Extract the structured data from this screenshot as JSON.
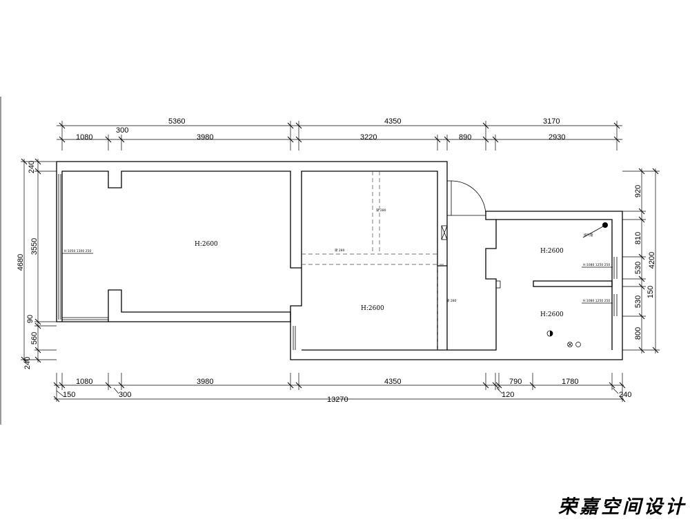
{
  "rooms": [
    {
      "label": "H:2600"
    },
    {
      "label": "H:2600"
    },
    {
      "label": "H:2600"
    },
    {
      "label": "H:2600"
    }
  ],
  "top_outer_dims": [
    "5360",
    "4350",
    "3170"
  ],
  "top_inner_dims": [
    "1080",
    "300",
    "3980",
    "3220",
    "890",
    "2930"
  ],
  "bottom_dims": [
    "1080",
    "3980",
    "4350",
    "790",
    "1780"
  ],
  "bottom_small_dims": [
    "150",
    "300",
    "120",
    "240"
  ],
  "bottom_total": "13270",
  "left_dims": [
    "240",
    "3550",
    "90",
    "560",
    "240"
  ],
  "left_total": "4680",
  "right_dims": [
    "920",
    "810",
    "530",
    "150",
    "530",
    "800"
  ],
  "right_total": "4200",
  "window_notes": [
    "H:1050 1300 250",
    "H:1080 1250 250",
    "H:1080 1250 250"
  ],
  "beam_notes": [
    "梁 280",
    "梁 280",
    "梁 280"
  ],
  "equipment_note": "排气管",
  "brand": "荣嘉空间设计"
}
